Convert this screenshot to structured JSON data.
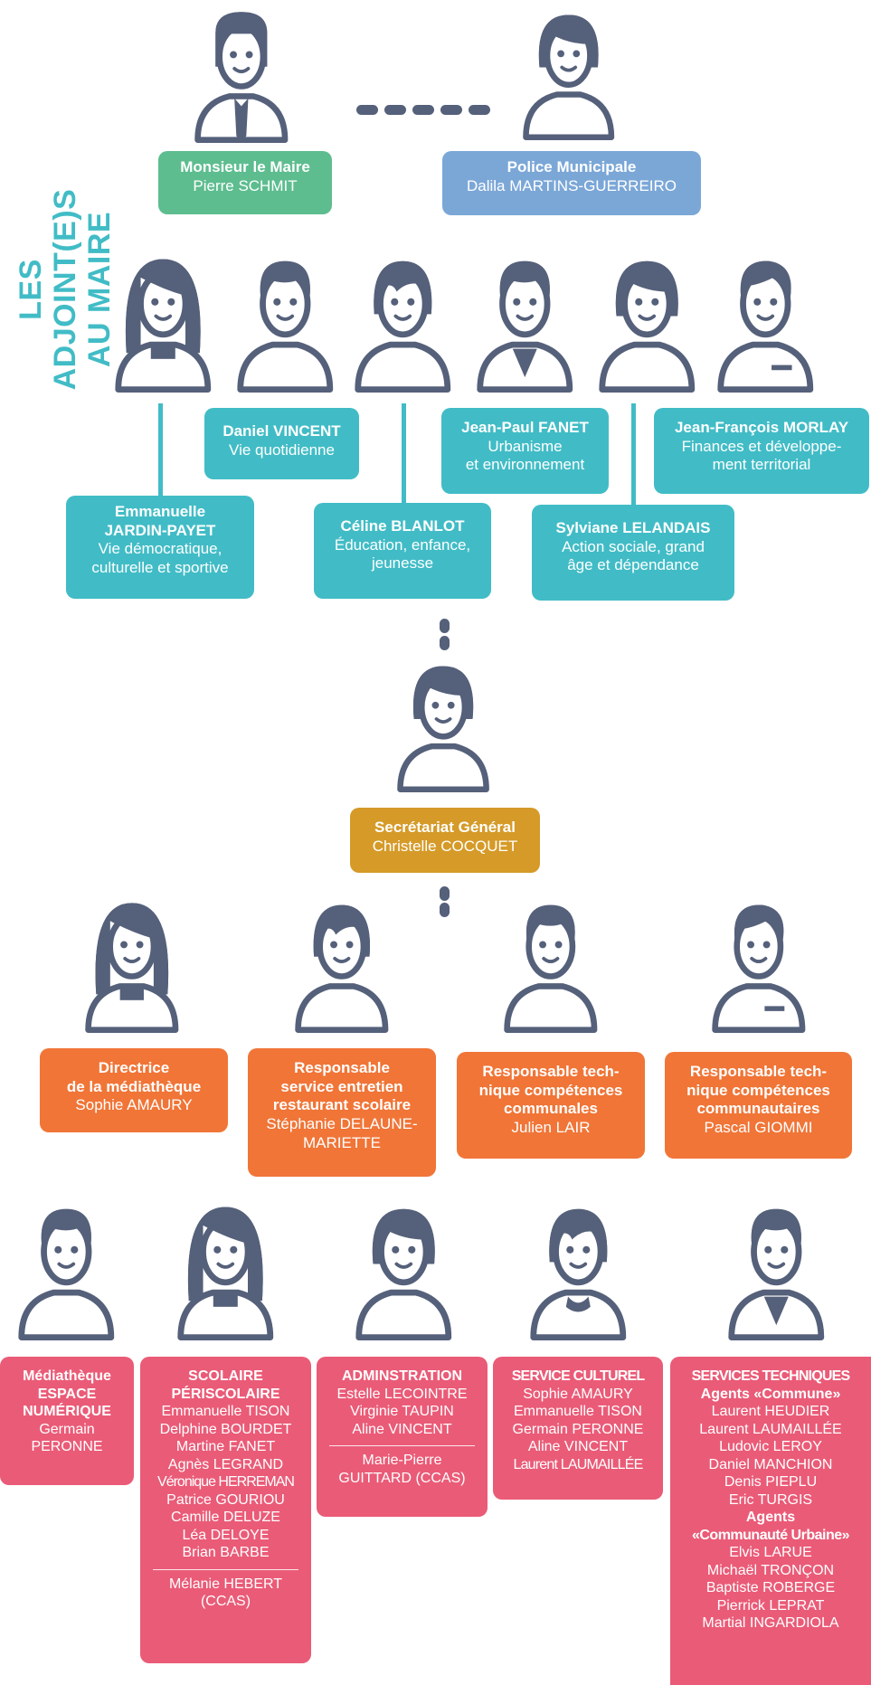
{
  "side_title": {
    "line1": "LES ADJOINT(E)S",
    "line2": "AU MAIRE"
  },
  "colors": {
    "green": "#5dbd8f",
    "blue": "#7ba7d7",
    "teal": "#41bcc6",
    "gold": "#d59a28",
    "orange": "#f07537",
    "pink": "#ea5b77",
    "avatar": "#55607a"
  },
  "top": {
    "maire": {
      "title": "Monsieur le Maire",
      "name": "Pierre SCHMIT"
    },
    "police": {
      "title": "Police Municipale",
      "name": "Dalila  MARTINS-GUERREIRO"
    }
  },
  "adjoints": {
    "emmanuelle": {
      "name1": "Emmanuelle",
      "name2": "JARDIN-PAYET",
      "role1": "Vie démocratique,",
      "role2": "culturelle et sportive"
    },
    "daniel": {
      "name": "Daniel VINCENT",
      "role": "Vie quotidienne"
    },
    "celine": {
      "name": "Céline BLANLOT",
      "role1": "Éducation, enfance,",
      "role2": "jeunesse"
    },
    "jeanpaul": {
      "name": "Jean-Paul FANET",
      "role1": "Urbanisme",
      "role2": "et environnement"
    },
    "sylviane": {
      "name": "Sylviane LELANDAIS",
      "role1": "Action sociale, grand",
      "role2": "âge et dépendance"
    },
    "jeanfrancois": {
      "name": "Jean-François MORLAY",
      "role1": "Finances et développe-",
      "role2": "ment territorial"
    }
  },
  "secretariat": {
    "title": "Secrétariat Général",
    "name": "Christelle COCQUET"
  },
  "responsables": {
    "mediatheque": {
      "t1": "Directrice",
      "t2": "de la médiathèque",
      "name": "Sophie AMAURY"
    },
    "entretien": {
      "t1": "Responsable",
      "t2": "service entretien",
      "t3": "restaurant scolaire",
      "n1": "Stéphanie DELAUNE-",
      "n2": "MARIETTE"
    },
    "communales": {
      "t1": "Responsable tech-",
      "t2": "nique compétences",
      "t3": "communales",
      "name": "Julien LAIR"
    },
    "communautaires": {
      "t1": "Responsable tech-",
      "t2": "nique compétences",
      "t3": "communautaires",
      "name": "Pascal GIOMMI"
    }
  },
  "services": {
    "mediatheque": {
      "t1": "Médiathèque",
      "t2": "ESPACE",
      "t3": "NUMÉRIQUE",
      "members": [
        "Germain",
        "PERONNE"
      ]
    },
    "scolaire": {
      "t1": "SCOLAIRE",
      "t2": "PÉRISCOLAIRE",
      "members": [
        "Emmanuelle TISON",
        "Delphine BOURDET",
        "Martine FANET",
        "Agnès LEGRAND",
        "Véronique HERREMAN",
        "Patrice GOURIOU",
        "Camille DELUZE",
        "Léa DELOYE",
        "Brian BARBE"
      ],
      "ccas1": "Mélanie HEBERT",
      "ccas2": "(CCAS)"
    },
    "administration": {
      "t1": "ADMINSTRATION",
      "members": [
        "Estelle LECOINTRE",
        "Virginie TAUPIN",
        "Aline VINCENT"
      ],
      "ccas1": "Marie-Pierre",
      "ccas2": "GUITTARD (CCAS)"
    },
    "culturel": {
      "t1": "SERVICE CULTUREL",
      "members": [
        "Sophie AMAURY",
        "Emmanuelle TISON",
        "Germain PERONNE",
        "Aline VINCENT",
        "Laurent LAUMAILLÉE"
      ]
    },
    "techniques": {
      "t1": "SERVICES TECHNIQUES",
      "g1": "Agents «Commune»",
      "commune": [
        "Laurent HEUDIER",
        "Laurent LAUMAILLÉE",
        "Ludovic LEROY",
        "Daniel MANCHION",
        "Denis PIEPLU",
        "Eric TURGIS"
      ],
      "g2a": "Agents",
      "g2b": "«Communauté Urbaine»",
      "cu": [
        "Elvis LARUE",
        "Michaël TRONÇON",
        "Baptiste ROBERGE",
        "Pierrick LEPRAT",
        "Martial INGARDIOLA"
      ]
    }
  }
}
